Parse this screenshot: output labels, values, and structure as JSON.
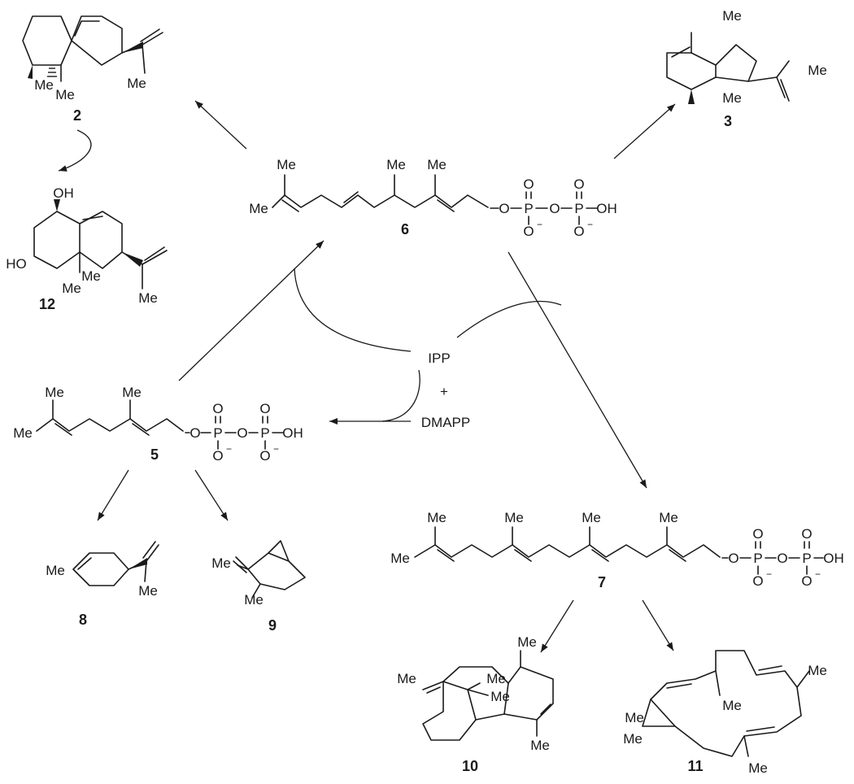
{
  "labels": {
    "me": "Me",
    "oh": "OH",
    "ho": "HO",
    "o": "O",
    "p": "P",
    "minus": "−"
  },
  "compounds": {
    "c2": "2",
    "c3": "3",
    "c5": "5",
    "c6": "6",
    "c7": "7",
    "c8": "8",
    "c9": "9",
    "c10": "10",
    "c11": "11",
    "c12": "12"
  },
  "reagents": {
    "ipp": "IPP",
    "plus": "+",
    "dmapp": "DMAPP"
  }
}
